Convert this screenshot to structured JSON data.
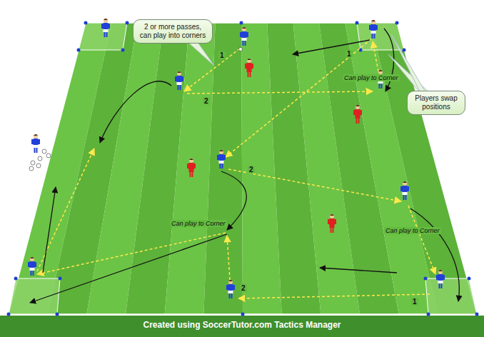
{
  "diagram": {
    "caption": "Created using SoccerTutor.com Tactics Manager",
    "nodes": [
      {
        "text": [
          "2 or more passes, can play into corners"
        ]
      },
      {
        "text": [
          "Players swap positions"
        ]
      }
    ],
    "labels": [
      "1",
      "2",
      "1",
      "Can play to Corner",
      "2",
      "Can play to Corner",
      "Can play to Corner",
      "2",
      "1"
    ]
  }
}
